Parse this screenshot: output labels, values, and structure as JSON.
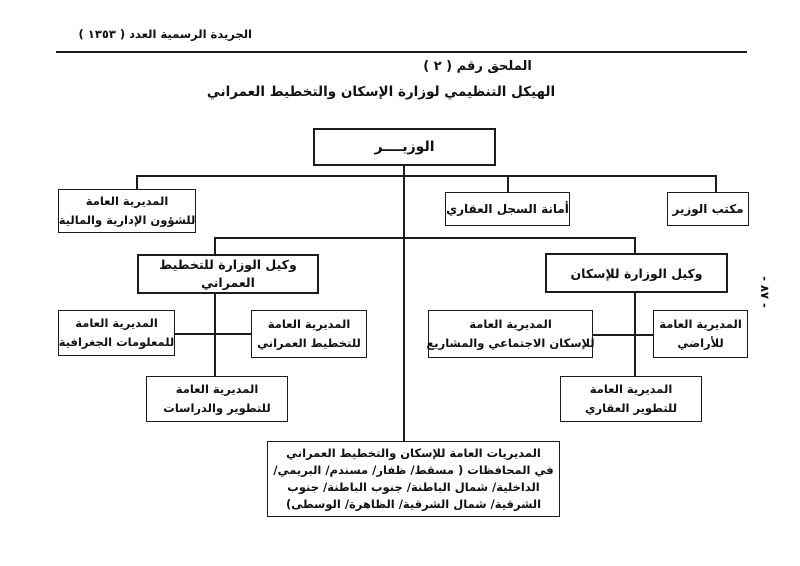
{
  "page": {
    "header": "الجريدة الرسمية العدد ( ١٣٥٣ )",
    "appendix_title": "الملحق رقم ( ٢ )",
    "chart_title": "الهيكل التنظيمي لوزارة الإسكان والتخطيط العمراني",
    "page_number": "- ٨٧ -"
  },
  "colors": {
    "background": "#ffffff",
    "line": "#1c1c1c",
    "text": "#111111"
  },
  "chart": {
    "type": "org-chart",
    "nodes": {
      "minister": {
        "lines": [
          "الوزيــــر"
        ]
      },
      "admin_finance": {
        "lines": [
          "المديرية العامة",
          "للشؤون الإدارية والمالية"
        ]
      },
      "registry": {
        "lines": [
          "أمانة السجل العقاري"
        ]
      },
      "minister_office": {
        "lines": [
          "مكتب الوزير"
        ]
      },
      "deputy_planning": {
        "lines": [
          "وكيل الوزارة للتخطيط",
          "العمراني"
        ]
      },
      "deputy_housing": {
        "lines": [
          "وكيل الوزارة للإسكان"
        ]
      },
      "geo_info": {
        "lines": [
          "المديرية العامة",
          "للمعلومات الجغرافية"
        ]
      },
      "urban_planning": {
        "lines": [
          "المديرية العامة",
          "للتخطيط العمراني"
        ]
      },
      "social_housing": {
        "lines": [
          "المديرية العامة",
          "للإسكان الاجتماعي والمشاريع"
        ]
      },
      "lands": {
        "lines": [
          "المديرية العامة",
          "للأراضي"
        ]
      },
      "dev_studies": {
        "lines": [
          "المديرية العامة",
          "للتطوير والدراسات"
        ]
      },
      "real_estate_dev": {
        "lines": [
          "المديرية العامة",
          "للتطوير العقاري"
        ]
      },
      "governorates": {
        "lines": [
          "المديريات العامة للإسكان والتخطيط العمراني",
          "في المحافظات ( مسقط/ ظفار/ مسندم/ البريمي/",
          "الداخلية/ شمال الباطنة/ جنوب الباطنة/ جنوب",
          "الشرقية/ شمال الشرقية/ الظاهرة/ الوسطى)"
        ]
      }
    }
  }
}
